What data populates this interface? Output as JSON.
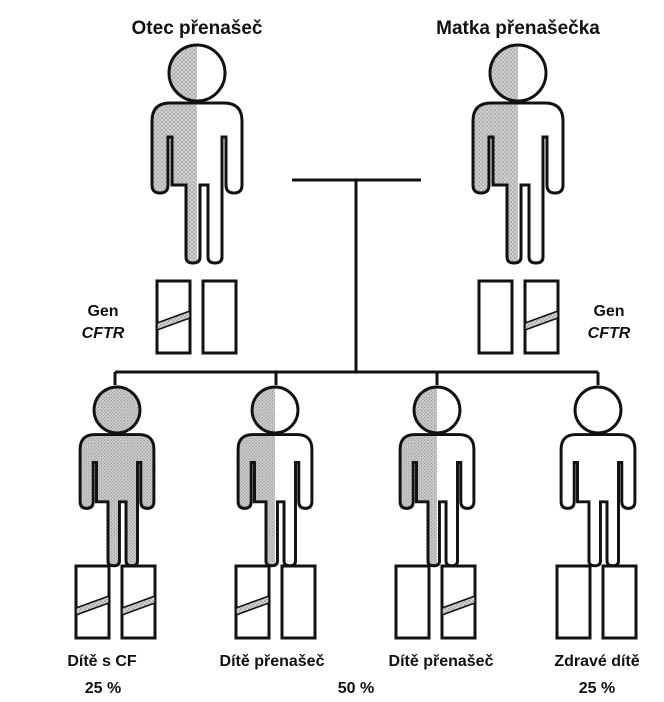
{
  "parents": {
    "father": {
      "label": "Otec přenašeč",
      "status": "carrier"
    },
    "mother": {
      "label": "Matka přenašečka",
      "status": "carrier"
    }
  },
  "gene_label": {
    "line1": "Gen",
    "line2": "CFTR"
  },
  "children": [
    {
      "label": "Dítě s CF",
      "status": "affected",
      "alleles": [
        "mutant",
        "mutant"
      ]
    },
    {
      "label": "Dítě přenašeč",
      "status": "carrier",
      "alleles": [
        "mutant",
        "normal"
      ]
    },
    {
      "label": "Dítě přenašeč",
      "status": "carrier",
      "alleles": [
        "normal",
        "mutant"
      ]
    },
    {
      "label": "Zdravé dítě",
      "status": "healthy",
      "alleles": [
        "normal",
        "normal"
      ]
    }
  ],
  "probabilities": {
    "affected": "25 %",
    "carrier": "50 %",
    "healthy": "25 %"
  },
  "colors": {
    "stroke": "#111111",
    "fill": "#bdbdbd",
    "background": "#ffffff"
  }
}
